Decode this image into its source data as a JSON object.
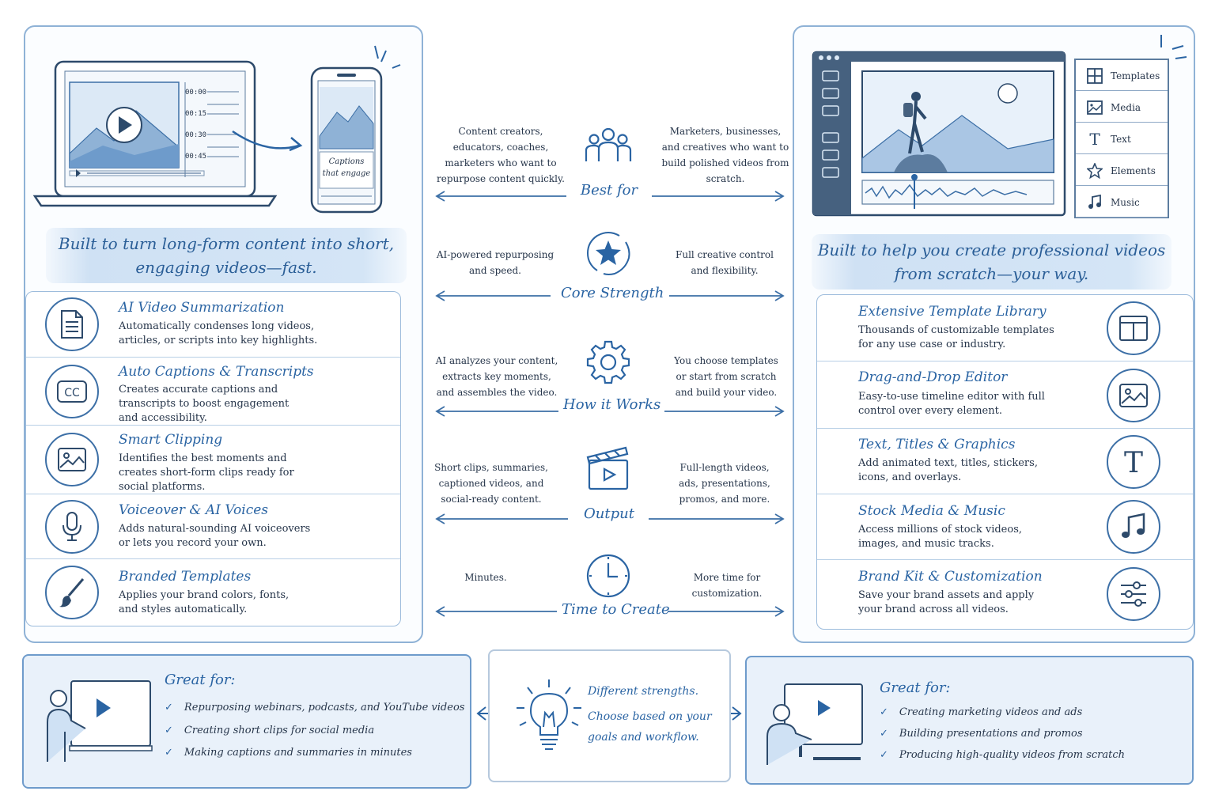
{
  "left": {
    "laptop_timestamps": [
      "00:00",
      "00:15",
      "00:30",
      "00:45"
    ],
    "phone_caption": "Captions that engage",
    "banner": "Built to turn long-form content into short, engaging videos—fast.",
    "features": [
      {
        "title": "AI Video Summarization",
        "desc": "Automatically condenses long videos, articles, or scripts into key highlights.",
        "icon": "document-icon"
      },
      {
        "title": "Auto Captions & Transcripts",
        "desc": "Creates accurate captions and transcripts to boost engagement and accessibility.",
        "icon": "cc-icon"
      },
      {
        "title": "Smart Clipping",
        "desc": "Identifies the best moments and creates short-form clips ready for social platforms.",
        "icon": "image-clip-icon"
      },
      {
        "title": "Voiceover & AI Voices",
        "desc": "Adds natural-sounding AI voiceovers or lets you record your own.",
        "icon": "microphone-icon"
      },
      {
        "title": "Branded Templates",
        "desc": "Applies your brand colors, fonts, and styles automatically.",
        "icon": "paintbrush-icon"
      }
    ]
  },
  "right": {
    "toolbar": [
      "Templates",
      "Media",
      "Text",
      "Elements",
      "Music"
    ],
    "banner": "Built to help you create professional videos from scratch—your way.",
    "features": [
      {
        "title": "Extensive Template Library",
        "desc": "Thousands of customizable templates for any use case or industry.",
        "icon": "template-icon"
      },
      {
        "title": "Drag-and-Drop Editor",
        "desc": "Easy-to-use timeline editor with full control over every element.",
        "icon": "image-icon"
      },
      {
        "title": "Text, Titles & Graphics",
        "desc": "Add animated text, titles, stickers, icons, and overlays.",
        "icon": "text-icon"
      },
      {
        "title": "Stock Media & Music",
        "desc": "Access millions of stock videos, images, and music tracks.",
        "icon": "music-note-icon"
      },
      {
        "title": "Brand Kit & Customization",
        "desc": "Save your brand assets and apply your brand across all videos.",
        "icon": "sliders-icon"
      }
    ]
  },
  "comparison": [
    {
      "label": "Best for",
      "left": "Content creators, educators, coaches, marketers who want to repurpose content quickly.",
      "right": "Marketers, businesses, and creatives who want to build polished videos from scratch.",
      "icon": "people-icon"
    },
    {
      "label": "Core Strength",
      "left": "AI-powered repurposing and speed.",
      "right": "Full creative control and flexibility.",
      "icon": "star-icon"
    },
    {
      "label": "How it Works",
      "left": "AI analyzes your content, extracts key moments, and assembles the video.",
      "right": "You choose templates or start from scratch and build your video.",
      "icon": "gear-icon"
    },
    {
      "label": "Output",
      "left": "Short clips, summaries, captioned videos, and social-ready content.",
      "right": "Full-length videos, ads, presentations, promos, and more.",
      "icon": "clapperboard-icon"
    },
    {
      "label": "Time to Create",
      "left": "Minutes.",
      "right": "More time for customization.",
      "icon": "clock-icon"
    }
  ],
  "bottom": {
    "left": {
      "title": "Great for:",
      "items": [
        "Repurposing webinars, podcasts, and YouTube videos",
        "Creating short clips for social media",
        "Making captions and summaries in minutes"
      ]
    },
    "middle": {
      "line1": "Different strengths.",
      "line2": "Choose based on your",
      "line3": "goals and workflow."
    },
    "right": {
      "title": "Great for:",
      "items": [
        "Creating marketing videos and ads",
        "Building presentations and promos",
        "Producing high-quality videos from scratch"
      ]
    }
  },
  "colors": {
    "accent": "#2a64a3",
    "line": "#3c6fa6",
    "banner": "#cfe1f4",
    "panel_border": "#8fb2d6"
  }
}
